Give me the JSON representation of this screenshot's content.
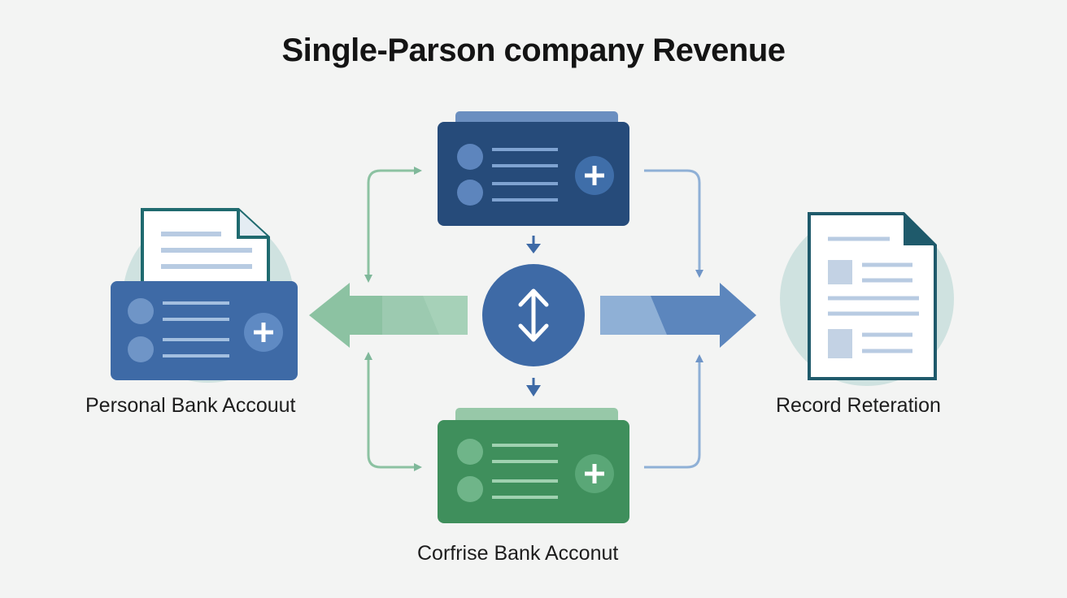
{
  "title": "Single-Parson company Revenue",
  "nodes": {
    "personal_account": {
      "label": "Personal Bank Accouut"
    },
    "company_account": {
      "label": "Corfrise Bank Acconut"
    },
    "record_retention": {
      "label": "Record Reteration"
    }
  },
  "colors": {
    "background": "#f3f4f3",
    "navy": "#264b7a",
    "blue": "#3e6aa6",
    "green": "#3f8f5c",
    "light_green": "#8cc2a2",
    "light_blue": "#8fb0d6",
    "teal_outline": "#1f5a6b",
    "circle_bg": "#cfe2e0",
    "text": "#141414"
  },
  "icons": [
    "plus-icon",
    "document-icon",
    "up-down-arrows-icon",
    "left-arrow-icon",
    "right-arrow-icon"
  ]
}
